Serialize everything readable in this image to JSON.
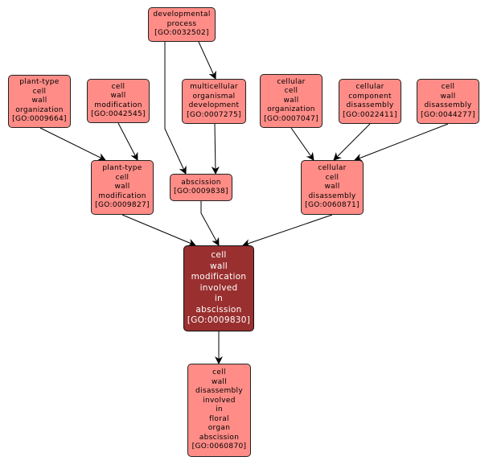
{
  "graph": {
    "title": "GO term ancestry graph",
    "colors": {
      "term_fill": "#ff8c87",
      "focus_fill": "#9a2f2f",
      "border": "#222222",
      "edge": "#000000"
    },
    "nodes": [
      {
        "id": "GO:0032502",
        "label_lines": [
          "developmental",
          "process"
        ],
        "go_id": "[GO:0032502]",
        "focus": false
      },
      {
        "id": "GO:0009664",
        "label_lines": [
          "plant-type",
          "cell",
          "wall",
          "organization"
        ],
        "go_id": "[GO:0009664]",
        "focus": false
      },
      {
        "id": "GO:0042545",
        "label_lines": [
          "cell",
          "wall",
          "modification"
        ],
        "go_id": "[GO:0042545]",
        "focus": false
      },
      {
        "id": "GO:0007275",
        "label_lines": [
          "multicellular",
          "organismal",
          "development"
        ],
        "go_id": "[GO:0007275]",
        "focus": false
      },
      {
        "id": "GO:0007047",
        "label_lines": [
          "cellular",
          "cell",
          "wall",
          "organization"
        ],
        "go_id": "[GO:0007047]",
        "focus": false
      },
      {
        "id": "GO:0022411",
        "label_lines": [
          "cellular",
          "component",
          "disassembly"
        ],
        "go_id": "[GO:0022411]",
        "focus": false
      },
      {
        "id": "GO:0044277",
        "label_lines": [
          "cell",
          "wall",
          "disassembly"
        ],
        "go_id": "[GO:0044277]",
        "focus": false
      },
      {
        "id": "GO:0009827",
        "label_lines": [
          "plant-type",
          "cell",
          "wall",
          "modification"
        ],
        "go_id": "[GO:0009827]",
        "focus": false
      },
      {
        "id": "GO:0009838",
        "label_lines": [
          "abscission"
        ],
        "go_id": "[GO:0009838]",
        "focus": false
      },
      {
        "id": "GO:0060871",
        "label_lines": [
          "cellular",
          "cell",
          "wall",
          "disassembly"
        ],
        "go_id": "[GO:0060871]",
        "focus": false
      },
      {
        "id": "GO:0009830",
        "label_lines": [
          "cell",
          "wall",
          "modification",
          "involved",
          "in",
          "abscission"
        ],
        "go_id": "[GO:0009830]",
        "focus": true
      },
      {
        "id": "GO:0060870",
        "label_lines": [
          "cell",
          "wall",
          "disassembly",
          "involved",
          "in",
          "floral",
          "organ",
          "abscission"
        ],
        "go_id": "[GO:0060870]",
        "focus": false
      }
    ],
    "edges": [
      {
        "from": "GO:0032502",
        "to": "GO:0007275"
      },
      {
        "from": "GO:0032502",
        "to": "GO:0009838"
      },
      {
        "from": "GO:0009664",
        "to": "GO:0009827"
      },
      {
        "from": "GO:0042545",
        "to": "GO:0009827"
      },
      {
        "from": "GO:0007275",
        "to": "GO:0009838"
      },
      {
        "from": "GO:0007047",
        "to": "GO:0060871"
      },
      {
        "from": "GO:0022411",
        "to": "GO:0060871"
      },
      {
        "from": "GO:0044277",
        "to": "GO:0060871"
      },
      {
        "from": "GO:0009827",
        "to": "GO:0009830"
      },
      {
        "from": "GO:0009838",
        "to": "GO:0009830"
      },
      {
        "from": "GO:0060871",
        "to": "GO:0009830"
      },
      {
        "from": "GO:0009830",
        "to": "GO:0060870"
      }
    ]
  }
}
